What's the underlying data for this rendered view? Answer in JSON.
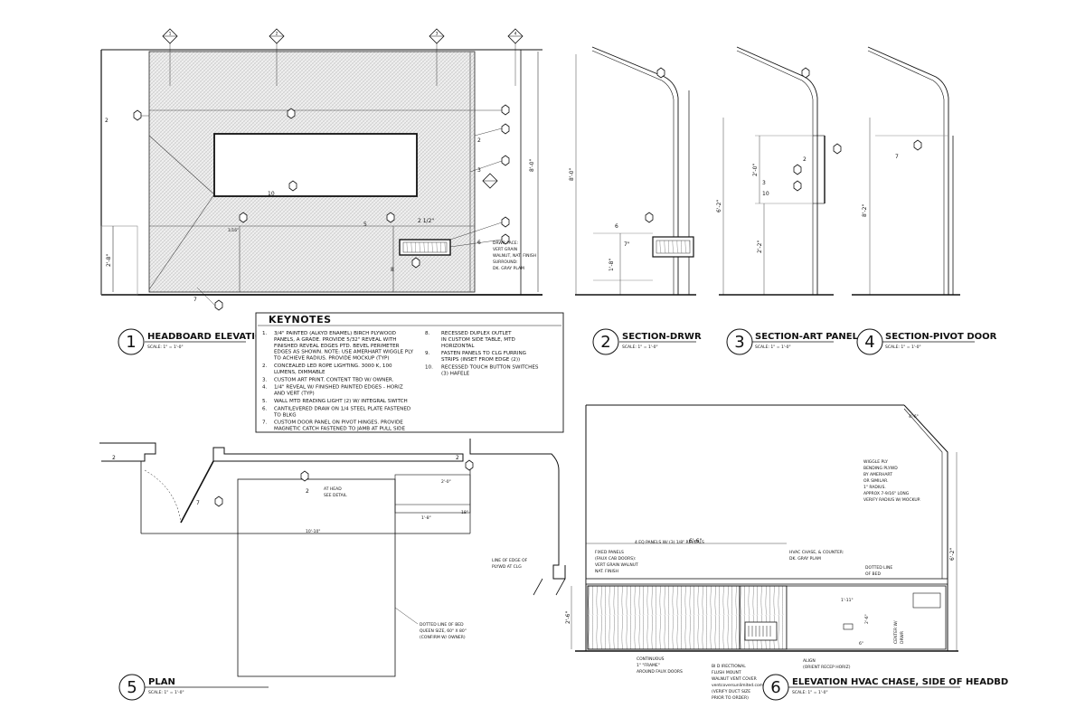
{
  "drawings": {
    "d1": {
      "num": "1",
      "title": "HEADBOARD ELEVATION",
      "scale": "SCALE: 1\" = 1'-0\""
    },
    "d2": {
      "num": "2",
      "title": "SECTION-DRWR",
      "scale": "SCALE: 1\" = 1'-0\""
    },
    "d3": {
      "num": "3",
      "title": "SECTION-ART PANEL",
      "scale": "SCALE: 1\" = 1'-0\""
    },
    "d4": {
      "num": "4",
      "title": "SECTION-PIVOT DOOR",
      "scale": "SCALE: 1\" = 1'-0\""
    },
    "d5": {
      "num": "5",
      "title": "PLAN",
      "scale": "SCALE: 1\" = 1'-0\""
    },
    "d6": {
      "num": "6",
      "title": "ELEVATION HVAC CHASE, SIDE OF HEADBD",
      "scale": "SCALE: 1\" = 1'-0\""
    }
  },
  "keynotes": {
    "title": "KEYNOTES",
    "left": [
      {
        "n": "1.",
        "lines": [
          "3/4\" PAINTED (ALKYD ENAMEL) BIRCH PLYWOOD",
          "PANELS, A GRADE. PROVIDE 5/32\" REVEAL WITH",
          "FINISHED REVEAL EDGES PTD. BEVEL PERIMETER",
          "EDGES AS SHOWN. NOTE: USE AMERHART WIGGLE PLY",
          "TO ACHIEVE RADIUS. PROVIDE MOCKUP (TYP)"
        ]
      },
      {
        "n": "2.",
        "lines": [
          "CONCEALED LED ROPE LIGHTING. 3000 K, 100",
          "LUMENS, DIMMABLE"
        ]
      },
      {
        "n": "3.",
        "lines": [
          "CUSTOM ART PRINT. CONTENT TBD W/ OWNER."
        ]
      },
      {
        "n": "4.",
        "lines": [
          "1/4\" REVEAL W/ FINISHED PAINTED EDGES - HORIZ",
          "AND VERT (TYP)"
        ]
      },
      {
        "n": "5.",
        "lines": [
          "WALL MTD READING LIGHT (2) W/ INTEGRAL SWITCH"
        ]
      },
      {
        "n": "6.",
        "lines": [
          "CANTILEVERED DRAW ON 1/4 STEEL PLATE FASTENED",
          "TO BLKG"
        ]
      },
      {
        "n": "7.",
        "lines": [
          "CUSTOM DOOR PANEL ON PIVOT HINGES. PROVIDE",
          "MAGNETIC CATCH FASTENED TO JAMB AT PULL SIDE"
        ]
      }
    ],
    "right": [
      {
        "n": "8.",
        "lines": [
          "RECESSED DUPLEX OUTLET",
          "IN CUSTOM SIDE TABLE, MTD",
          "HORIZONTAL"
        ]
      },
      {
        "n": "9.",
        "lines": [
          "FASTEN PANELS TO CLG FURRING",
          "STRIPS (INSET FROM EDGE (2))"
        ]
      },
      {
        "n": "10.",
        "lines": [
          "RECESSED TOUCH BUTTON SWITCHES",
          "(3) HAFELE"
        ]
      }
    ]
  },
  "labels": {
    "drwr_face": [
      "DRWR FACE:",
      "VERT GRAIN",
      "WALNUT, NAT. FINISH",
      "SURROUND:",
      "DK. GRAY PLAM"
    ],
    "at_head": [
      "AT HEAD",
      "SEE DETAIL"
    ],
    "line_of_edge": [
      "LINE OF EDGE OF",
      "PLYWD AT CLG"
    ],
    "bed_line": [
      "DOTTED LINE OF BED",
      "QUEEN SIZE, 60\" X 80\"",
      "(CONFIRM W/ OWNER)"
    ],
    "wiggle": [
      "WIGGLE PLY",
      "BENDING PLYWD",
      "BY AMERHART",
      "OR SIMILAR.",
      "1\" RADIUS.",
      "APPROX 7-9/16\" LONG",
      "VERIFY RADIUS W/ MOCKUP."
    ],
    "fixed_panels": [
      "FIXED PANELS",
      "(FAUX CAB DOORS):",
      "VERT GRAIN WALNUT",
      "NAT. FINISH"
    ],
    "eq_panels": "4 EQ PANELS W/ (3) 1/8\" REVEALS",
    "hvac_chase": [
      "HVAC CHASE, & COUNTER:",
      "DK. GRAY PLAM"
    ],
    "dotted_bed": [
      "DOTTED LINE",
      "OF BED"
    ],
    "continuous": [
      "CONTINUOUS",
      "1\" \"FRAME\"",
      "AROUND FAUX DOORS"
    ],
    "bidir": [
      "BI D IRECTIONAL",
      "FLUSH MOUNT",
      "WALNUT VENT COVER",
      "ventcoversunlimited.com",
      "(VERIFY DUCT SIZE",
      "PRIOR TO ORDER)"
    ],
    "align": [
      "ALIGN",
      "(ORIENT RECEP HORIZ)"
    ],
    "center_w": [
      "CENTER W/",
      "DRWR"
    ]
  },
  "dims": {
    "d1_right": "8'-0\"",
    "d1_left": "2'-8\"",
    "d1_mid": "2 1/2\"",
    "d1_sixteen": "1/16\"",
    "d2_height": "8'-0\"",
    "d2_a": "7\"",
    "d2_b": "1'-8\"",
    "d3_a": "2'-0\"",
    "d3_b": "6'-2\"",
    "d3_c": "2'-2\"",
    "d4_a": "8'-2\"",
    "d5_a": "2'-0\"",
    "d5_b": "10'-10\"",
    "d5_c": "1'-8\"",
    "d5_d": "18\"",
    "d6_a": "6'-6\"",
    "d6_b": "6'-2\"",
    "d6_c": "2'-6\"",
    "d6_d": "1'-11\"",
    "d6_e": "2'-6\"",
    "d6_f": "6\"",
    "d6_g": "4'-6\""
  },
  "tags": {
    "note2": "2",
    "note3": "3",
    "note5": "5",
    "note6": "6",
    "note7": "7",
    "note8": "8",
    "note10": "10",
    "row_1": "1",
    "row_2": "2",
    "row_3": "3",
    "row_4": "4"
  }
}
